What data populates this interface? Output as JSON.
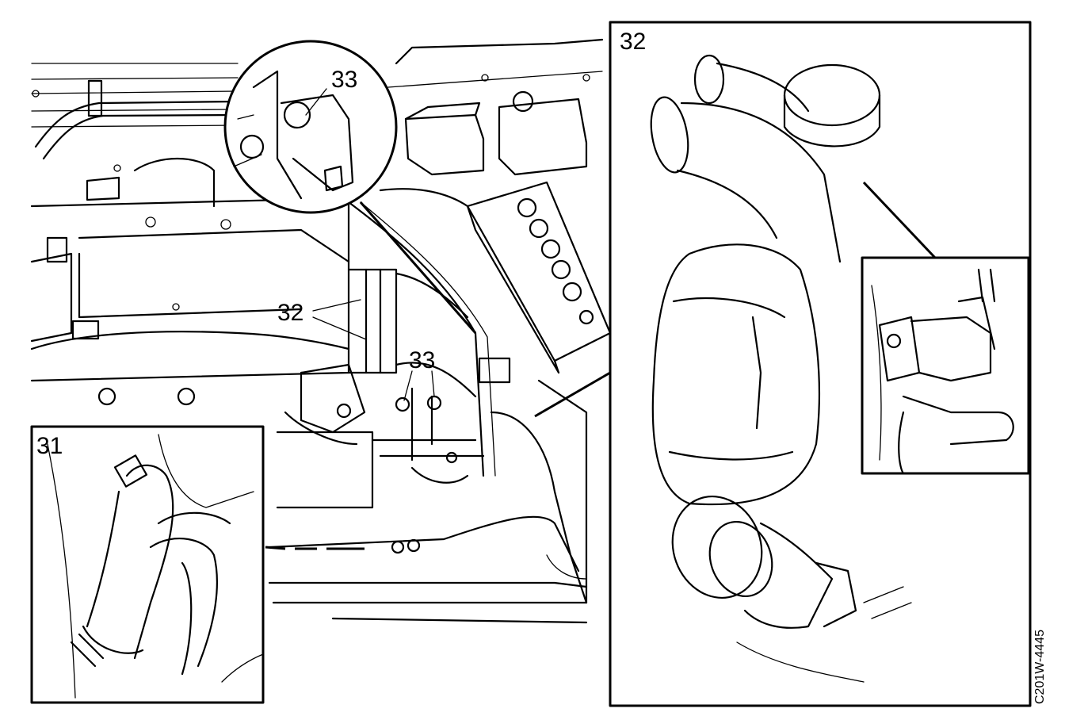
{
  "callouts": {
    "inset_31": "31",
    "inset_32": "32",
    "circle_33": "33",
    "main_32": "32",
    "main_33": "33"
  },
  "figure_ref": "C201W-4445",
  "colors": {
    "ink": "#000000",
    "paper": "#ffffff"
  }
}
